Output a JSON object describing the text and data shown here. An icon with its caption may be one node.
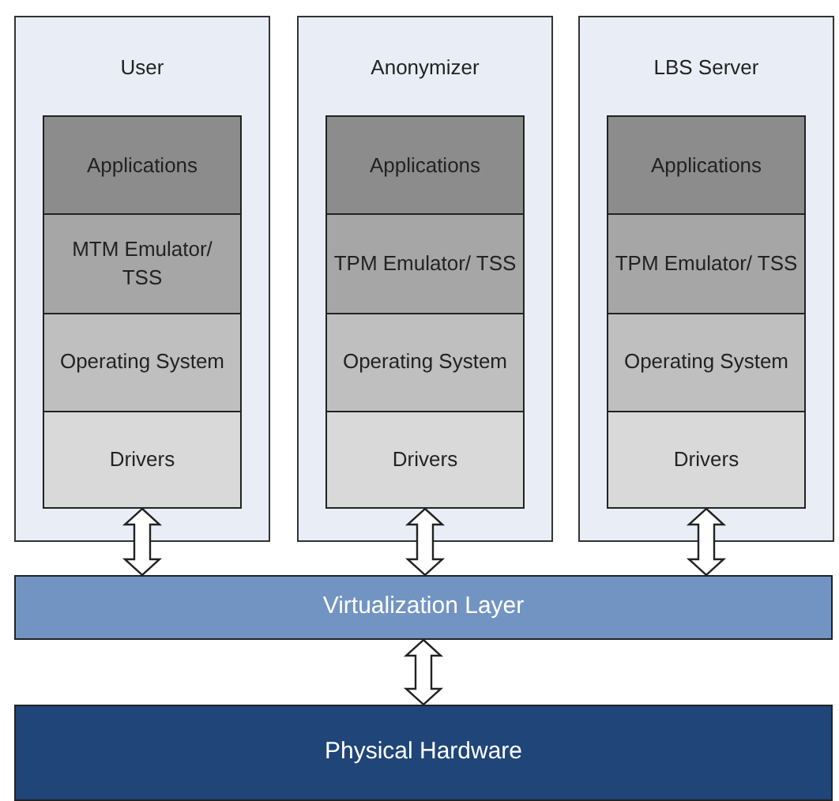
{
  "diagram": {
    "nodes": [
      {
        "text": [
          "User"
        ]
      },
      {
        "text": [
          "Applications"
        ],
        "in": 0
      },
      {
        "text": [
          "MTM Emulator/ TSS"
        ],
        "in": 0
      },
      {
        "text": [
          "Operating System"
        ],
        "in": 0
      },
      {
        "text": [
          "Drivers"
        ],
        "in": 0
      },
      {
        "text": [
          "Anonymizer"
        ]
      },
      {
        "text": [
          "Applications"
        ],
        "in": 5
      },
      {
        "text": [
          "TPM Emulator/ TSS"
        ],
        "in": 5
      },
      {
        "text": [
          "Operating System"
        ],
        "in": 5
      },
      {
        "text": [
          "Drivers"
        ],
        "in": 5
      },
      {
        "text": [
          "LBS Server"
        ]
      },
      {
        "text": [
          "Applications"
        ],
        "in": 10
      },
      {
        "text": [
          "TPM Emulator/ TSS"
        ],
        "in": 10
      },
      {
        "text": [
          "Operating System"
        ],
        "in": 10
      },
      {
        "text": [
          "Drivers"
        ],
        "in": 10
      },
      {
        "text": [
          "Virtualization Layer"
        ]
      },
      {
        "text": [
          "Physical Hardware"
        ]
      }
    ],
    "edges": [
      {
        "from": 4,
        "to": 15,
        "arrow": "both"
      },
      {
        "from": 9,
        "to": 15,
        "arrow": "both"
      },
      {
        "from": 14,
        "to": 15,
        "arrow": "both"
      },
      {
        "from": 15,
        "to": 16,
        "arrow": "both"
      }
    ]
  }
}
